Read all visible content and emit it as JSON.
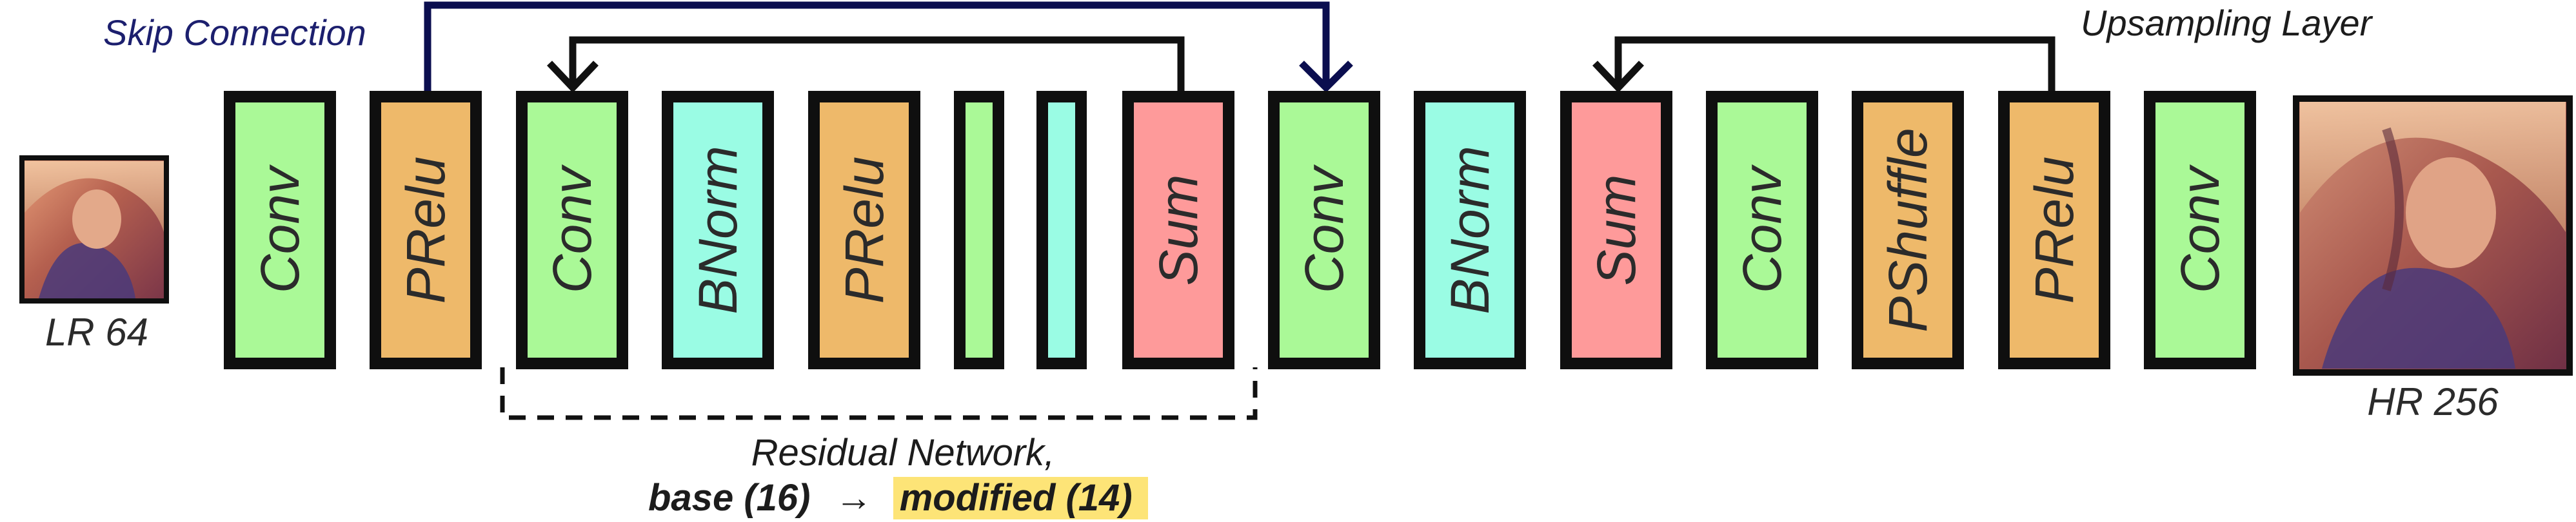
{
  "colors": {
    "conv": "#aaf997",
    "prelu": "#eeb96a",
    "bnorm": "#9afce4",
    "sum": "#fe9a9a",
    "pshuffle": "#eeb96a",
    "border": "#0f0f0f",
    "skip_line": "#0b0e4f",
    "arrow_line": "#111111",
    "highlight": "#fde477",
    "skip_text": "#1c1f6e"
  },
  "input_image": {
    "caption": "LR 64"
  },
  "output_image": {
    "caption": "HR 256"
  },
  "blocks": [
    {
      "id": "conv-1",
      "label": "Conv",
      "kind": "conv"
    },
    {
      "id": "prelu-1",
      "label": "PRelu",
      "kind": "prelu"
    },
    {
      "id": "conv-2",
      "label": "Conv",
      "kind": "conv"
    },
    {
      "id": "bnorm-1",
      "label": "BNorm",
      "kind": "bnorm"
    },
    {
      "id": "prelu-2",
      "label": "PRelu",
      "kind": "prelu"
    },
    {
      "id": "thin-conv",
      "label": "",
      "kind": "conv"
    },
    {
      "id": "thin-bnorm",
      "label": "",
      "kind": "bnorm"
    },
    {
      "id": "sum-1",
      "label": "Sum",
      "kind": "sum"
    },
    {
      "id": "conv-3",
      "label": "Conv",
      "kind": "conv"
    },
    {
      "id": "bnorm-2",
      "label": "BNorm",
      "kind": "bnorm"
    },
    {
      "id": "sum-2",
      "label": "Sum",
      "kind": "sum"
    },
    {
      "id": "conv-4",
      "label": "Conv",
      "kind": "conv"
    },
    {
      "id": "pshuffle",
      "label": "PShuffle",
      "kind": "pshuffle"
    },
    {
      "id": "prelu-3",
      "label": "PRelu",
      "kind": "prelu"
    },
    {
      "id": "conv-5",
      "label": "Conv",
      "kind": "conv"
    }
  ],
  "labels": {
    "skip_connection": "Skip Connection",
    "upsampling_layer": "Upsampling Layer",
    "residual_line1": "Residual Network,",
    "residual_base": "base (16)",
    "residual_arrow": "→",
    "residual_modified": "modified (14)"
  }
}
